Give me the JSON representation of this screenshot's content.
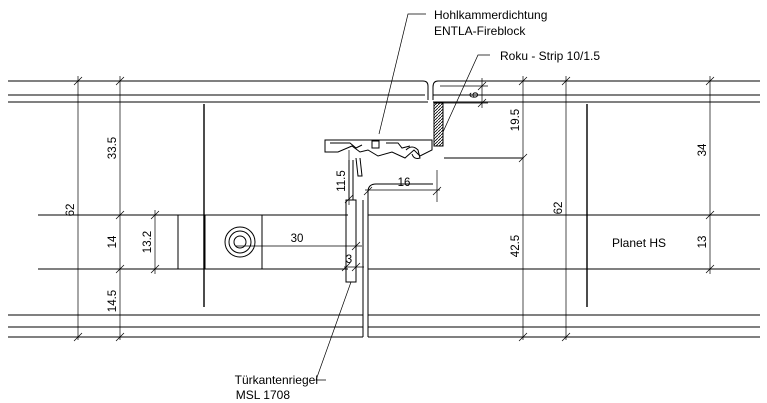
{
  "labels": {
    "seal_line1": "Hohlkammerdichtung",
    "seal_line2": "ENTLA-Fireblock",
    "strip": "Roku - Strip 10/1.5",
    "planet": "Planet HS",
    "bolt_line1": "Türkantenriegel",
    "bolt_line2": "MSL 1708"
  },
  "dimensions": {
    "left_total": "62",
    "left_upper": "33.5",
    "left_mid": "14",
    "left_lower": "14.5",
    "lock_height": "13.2",
    "lock_depth": "30",
    "bolt_offset": "3",
    "gap_height": "11.5",
    "gap_width": "16",
    "strip_gap": "6",
    "right_upper": "19.5",
    "right_lower": "42.5",
    "right_total": "62",
    "far_upper": "34",
    "far_mid": "13"
  },
  "colors": {
    "line": "#000000",
    "background": "#ffffff"
  }
}
